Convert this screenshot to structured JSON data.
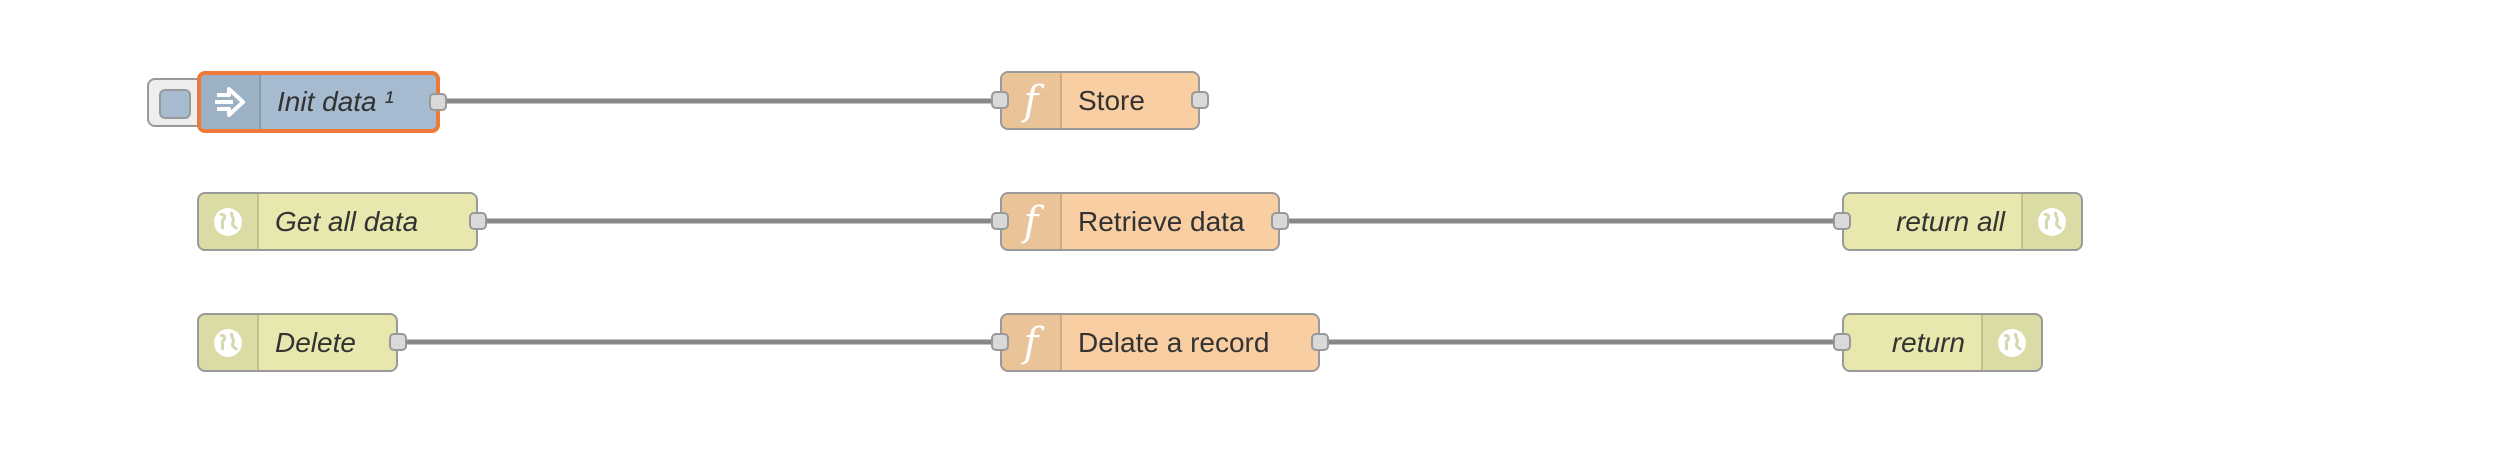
{
  "flow": {
    "nodes": {
      "init_data": {
        "label": "Init data ¹",
        "type": "inject",
        "icon": "arrow-in-icon"
      },
      "store": {
        "label": "Store",
        "type": "function",
        "icon": "function-icon"
      },
      "get_all_data": {
        "label": "Get all data",
        "type": "http in",
        "icon": "globe-icon"
      },
      "retrieve_data": {
        "label": "Retrieve data",
        "type": "function",
        "icon": "function-icon"
      },
      "return_all": {
        "label": "return all",
        "type": "http response",
        "icon": "globe-icon"
      },
      "delete": {
        "label": "Delete",
        "type": "http in",
        "icon": "globe-icon"
      },
      "delate_record": {
        "label": "Delate a record",
        "type": "function",
        "icon": "function-icon"
      },
      "return": {
        "label": "return",
        "type": "http response",
        "icon": "globe-icon"
      }
    },
    "wires": [
      [
        "init_data",
        "store"
      ],
      [
        "get_all_data",
        "retrieve_data"
      ],
      [
        "retrieve_data",
        "return_all"
      ],
      [
        "delete",
        "delate_record"
      ],
      [
        "delate_record",
        "return"
      ]
    ]
  },
  "colors": {
    "function": "#f8cea2",
    "http": "#e7e7ae",
    "inject": "#a6bbcf",
    "selected_border": "#ee7a39",
    "wire": "#888888"
  }
}
